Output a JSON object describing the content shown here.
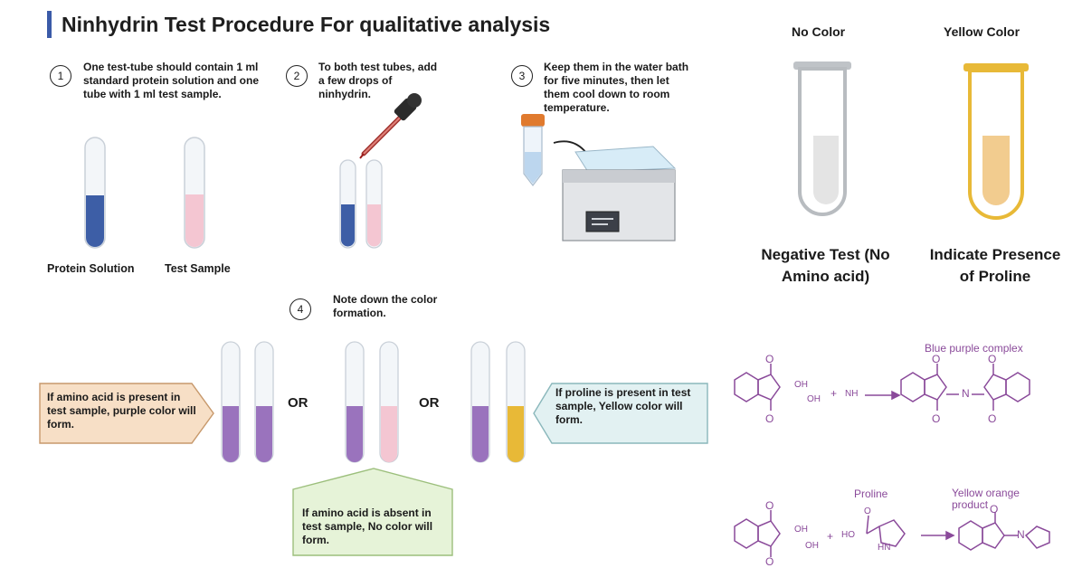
{
  "title": "Ninhydrin Test Procedure For qualitative analysis",
  "steps": [
    {
      "num": "1",
      "text": "One test-tube should contain 1 ml standard protein solution and one tube with 1 ml test sample."
    },
    {
      "num": "2",
      "text": "To both test tubes, add a few drops of ninhydrin."
    },
    {
      "num": "3",
      "text": "Keep them in the water bath for five minutes, then let them cool down to room temperature."
    },
    {
      "num": "4",
      "text": "Note down the color formation."
    }
  ],
  "tube_labels": {
    "protein": "Protein Solution",
    "sample": "Test Sample"
  },
  "results": {
    "negative": {
      "color": "No Color",
      "label": "Negative Test (No Amino acid)"
    },
    "proline": {
      "color": "Yellow Color",
      "label": "Indicate Presence of Proline"
    }
  },
  "callouts": {
    "present": "If amino acid is present in test sample, purple color will form.",
    "absent": "If amino acid is absent  in test sample, No color will form.",
    "proline": "If proline is present  in test sample, Yellow color will form."
  },
  "or_label": "OR",
  "chemistry": {
    "complex_label": "Blue purple complex",
    "proline_label": "Proline",
    "product_label": "Yellow orange product",
    "oh": "OH",
    "o": "O",
    "n": "N",
    "nh3": "NH",
    "ho": "HO",
    "hn": "HN",
    "plus": "+"
  },
  "colors": {
    "accent": "#3b5ba8",
    "protein_blue": "#3d5ea6",
    "sample_pink": "#f4c6d2",
    "purple": "#9a73bd",
    "yellow": "#e8b937",
    "tan": "#f2cc8f",
    "chem": "#8a4a9a"
  }
}
